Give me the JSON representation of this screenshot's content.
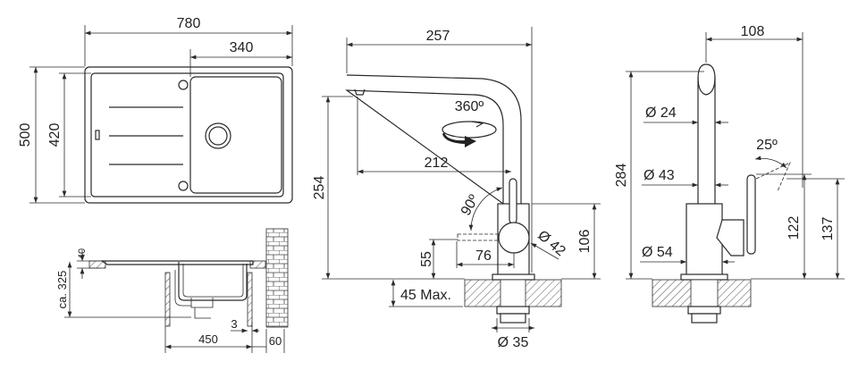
{
  "sink_top_view": {
    "width_total": "780",
    "bowl_width": "340",
    "depth_total": "500",
    "depth_inner": "420"
  },
  "sink_side_view": {
    "rim_height": "40",
    "depth": "ca. 325",
    "cabinet_width": "450",
    "gap": "3",
    "wall_offset": "60"
  },
  "tap_side_view": {
    "reach_total": "257",
    "rotation": "360º",
    "reach_spout": "212",
    "height": "254",
    "lever_angle": "90º",
    "lever_height": "55",
    "lever_reach": "76",
    "body_diameter": "Ø 42",
    "body_height": "106",
    "counter_thickness": "45 Max.",
    "shank_diameter": "Ø 35"
  },
  "tap_front_view": {
    "spout_offset": "108",
    "spout_diameter": "Ø 24",
    "tilt_angle": "25º",
    "neck_diameter": "Ø 43",
    "height": "284",
    "base_diameter": "Ø 54",
    "lever_height": "122",
    "lever_top_height": "137"
  }
}
